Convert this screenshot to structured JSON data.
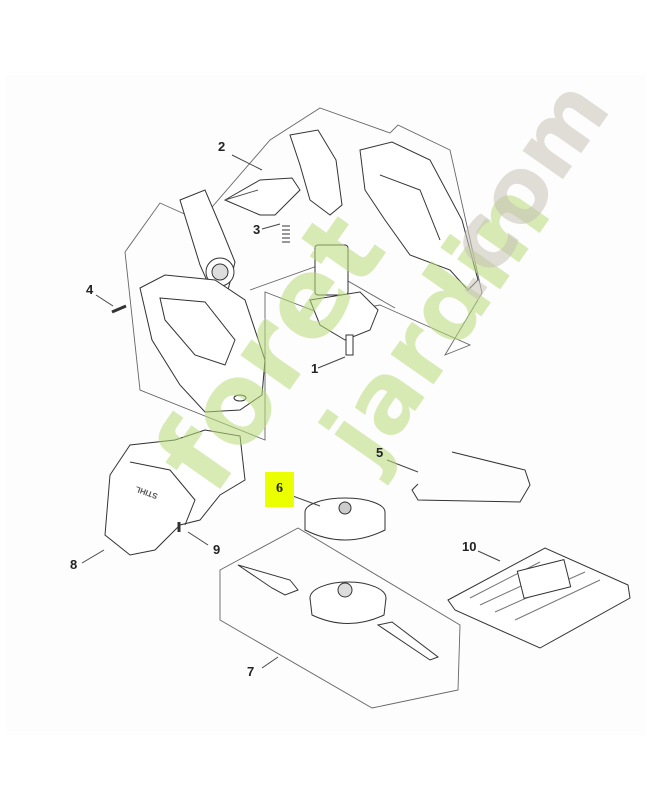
{
  "diagram": {
    "type": "exploded-parts-view",
    "highlight_color": "#eaff00",
    "callouts": [
      {
        "id": "1",
        "label": "1",
        "part": "motor-gear-unit"
      },
      {
        "id": "2",
        "label": "2",
        "part": "housing-set"
      },
      {
        "id": "3",
        "label": "3",
        "part": "spring"
      },
      {
        "id": "4",
        "label": "4",
        "part": "screw"
      },
      {
        "id": "5",
        "label": "5",
        "part": "wire-bracket"
      },
      {
        "id": "6",
        "label": "6",
        "part": "mowing-head-base",
        "highlighted": true
      },
      {
        "id": "7",
        "label": "7",
        "part": "mowing-head-kit"
      },
      {
        "id": "8",
        "label": "8",
        "part": "deflector"
      },
      {
        "id": "9",
        "label": "9",
        "part": "screw"
      },
      {
        "id": "10",
        "label": "10",
        "part": "blade-set"
      }
    ],
    "deflector_text": "STIHL"
  },
  "watermark": {
    "text_part1": "foret",
    "text_part2": "jardin",
    "text_part3": ".com",
    "colors": {
      "green": "#b9dc7a",
      "orange": "#f7c27a",
      "taupe": "#c9c2b8"
    }
  }
}
